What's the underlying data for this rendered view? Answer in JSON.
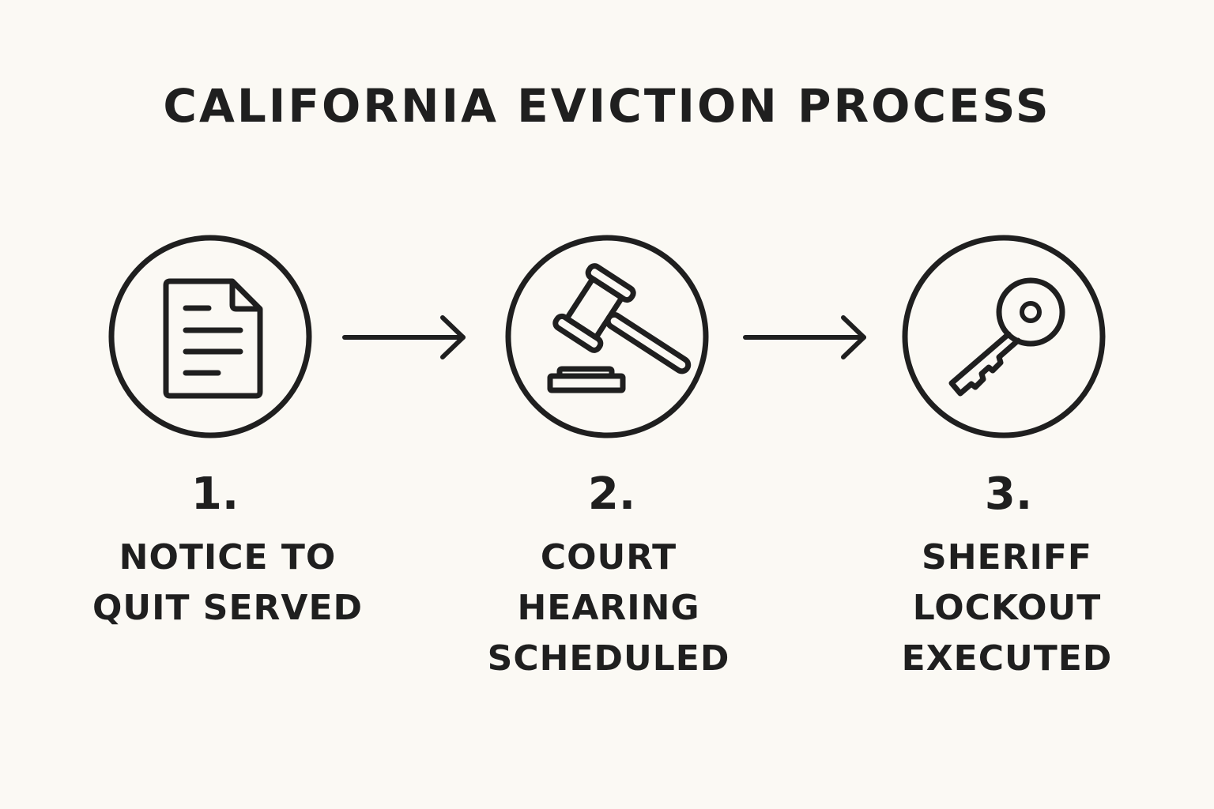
{
  "title": "CALIFORNIA EVICTION PROCESS",
  "colors": {
    "background": "#fbf9f4",
    "ink": "#1f1f1f"
  },
  "steps": [
    {
      "number": "1.",
      "icon": "document-icon",
      "label_lines": [
        "NOTICE TO",
        "QUIT SERVED"
      ]
    },
    {
      "number": "2.",
      "icon": "gavel-icon",
      "label_lines": [
        "COURT",
        "HEARING",
        "SCHEDULED"
      ]
    },
    {
      "number": "3.",
      "icon": "key-icon",
      "label_lines": [
        "SHERIFF",
        "LOCKOUT",
        "EXECUTED"
      ]
    }
  ],
  "connectors": [
    "arrow-right-icon",
    "arrow-right-icon"
  ]
}
